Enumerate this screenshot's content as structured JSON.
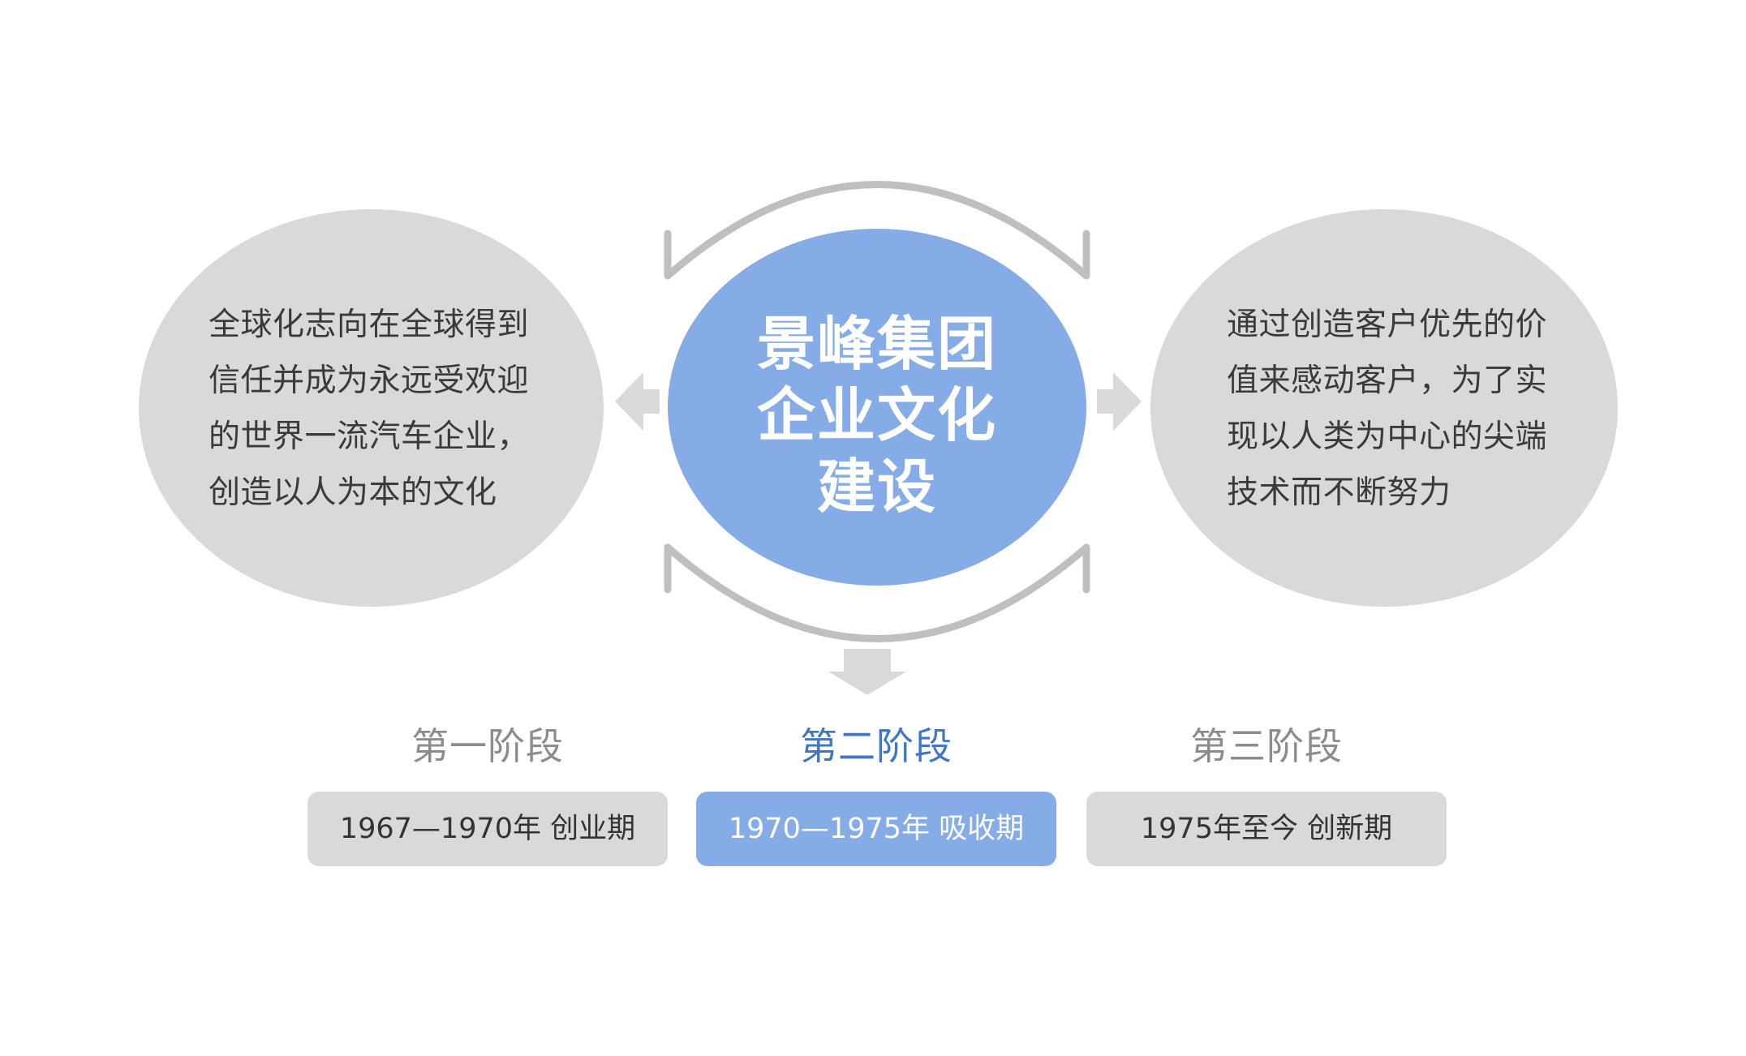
{
  "center": {
    "lines": [
      "景峰集团",
      "企业文化",
      "建设"
    ]
  },
  "left": {
    "lines": [
      "全球化志向在全球得到",
      "信任并成为永远受欢迎",
      "的世界一流汽车企业，",
      "创造以人为本的文化"
    ]
  },
  "right": {
    "lines": [
      "通过创造客户优先的价",
      "值来感动客户，为了实",
      "现以人类为中心的尖端",
      "技术而不断努力"
    ]
  },
  "stages": [
    {
      "label": "第一阶段",
      "period": "1967—1970年 创业期",
      "active": false
    },
    {
      "label": "第二阶段",
      "period": "1970—1975年 吸收期",
      "active": true
    },
    {
      "label": "第三阶段",
      "period": "1975年至今 创新期",
      "active": false
    }
  ],
  "colors": {
    "center_fill": "#85ace6",
    "side_fill": "#d9d9d9",
    "arc_stroke": "#bfbfbf",
    "arrow_fill": "#d9d9d9",
    "active_label": "#3f76c7",
    "inactive_label": "#8c8c8c"
  },
  "icons": {
    "left_arrow": "arrow-left-icon",
    "right_arrow": "arrow-right-icon",
    "down_arrow": "arrow-down-icon"
  }
}
